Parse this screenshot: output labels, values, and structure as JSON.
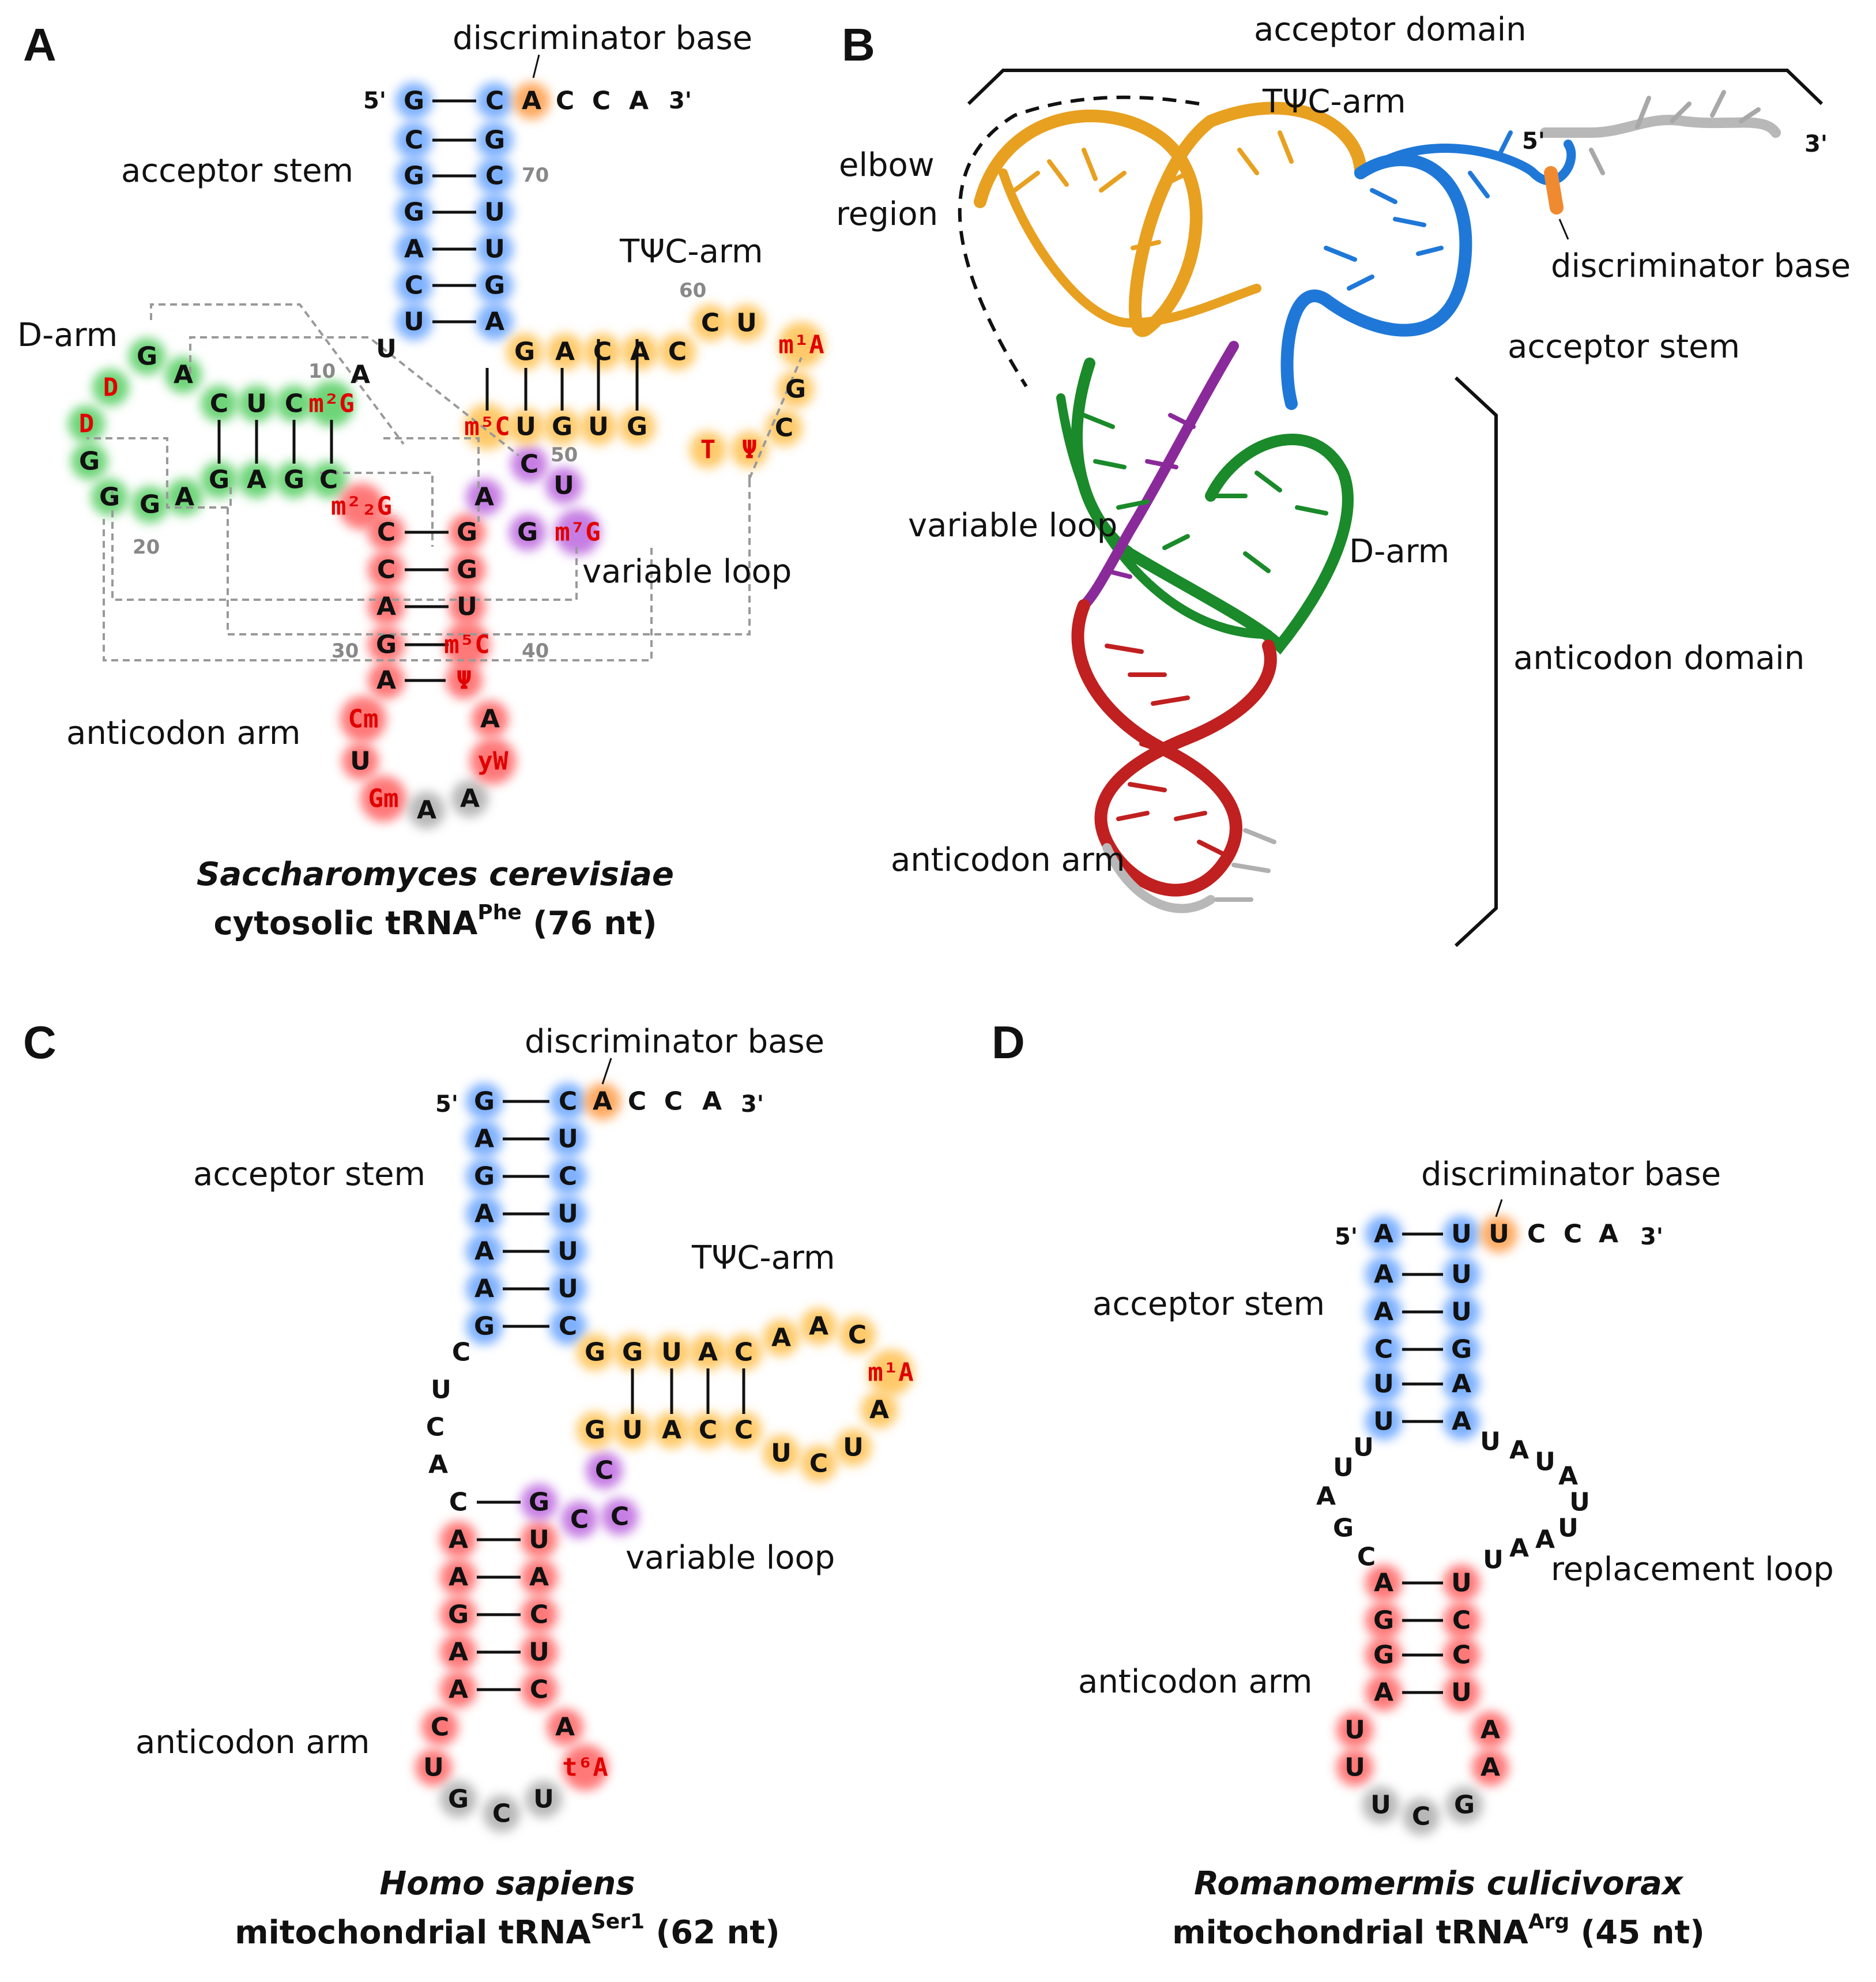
{
  "panels": {
    "a": "A",
    "b": "B",
    "c": "C",
    "d": "D"
  },
  "colors": {
    "acceptor_stem": "#6fa8ff",
    "tpsic_arm": "#ffc45a",
    "d_arm": "#5fd06a",
    "variable_loop": "#c070e0",
    "anticodon_arm": "#ff6b6b",
    "discriminator": "#ffa050",
    "anticodon": "#b0b0b0",
    "modified_base": "#e00000"
  },
  "panel_a": {
    "labels": {
      "discriminator": "discriminator base",
      "acceptor_stem": "acceptor stem",
      "tpsic_arm": "TΨC-arm",
      "d_arm": "D-arm",
      "variable_loop": "variable loop",
      "anticodon_arm": "anticodon arm"
    },
    "ends": {
      "five": "5'",
      "three": "3'"
    },
    "numbers": {
      "n10": "10",
      "n20": "20",
      "n30": "30",
      "n40": "40",
      "n50": "50",
      "n60": "60",
      "n70": "70"
    },
    "caption": {
      "species": "Saccharomyces cerevisiae",
      "prefix": "cytosolic tRNA",
      "sup": "Phe",
      "suffix": " (76 nt)"
    }
  },
  "panel_b": {
    "labels": {
      "acceptor_domain": "acceptor domain",
      "tpsic_arm": "TΨC-arm",
      "elbow1": "elbow",
      "elbow2": "region",
      "five": "5'",
      "three": "3'",
      "discriminator": "discriminator base",
      "acceptor_stem": "acceptor stem",
      "variable_loop": "variable loop",
      "d_arm": "D-arm",
      "anticodon_domain": "anticodon domain",
      "anticodon_arm": "anticodon arm"
    }
  },
  "panel_c": {
    "labels": {
      "discriminator": "discriminator base",
      "acceptor_stem": "acceptor stem",
      "tpsic_arm": "TΨC-arm",
      "variable_loop": "variable loop",
      "anticodon_arm": "anticodon arm"
    },
    "ends": {
      "five": "5'",
      "three": "3'"
    },
    "caption": {
      "species": "Homo sapiens",
      "prefix": "mitochondrial tRNA",
      "sup": "Ser1",
      "suffix": " (62 nt)"
    }
  },
  "panel_d": {
    "labels": {
      "discriminator": "discriminator base",
      "acceptor_stem": "acceptor stem",
      "replacement_loop": "replacement loop",
      "anticodon_arm": "anticodon arm"
    },
    "ends": {
      "five": "5'",
      "three": "3'"
    },
    "caption": {
      "species": "Romanomermis culicivorax",
      "prefix": "mitochondrial tRNA",
      "sup": "Arg",
      "suffix": " (45 nt)"
    }
  },
  "nucleotides": {
    "a": [
      {
        "t": "G",
        "g": "acceptor_stem"
      },
      {
        "t": "C",
        "g": "acceptor_stem"
      },
      {
        "t": "G",
        "g": "acceptor_stem"
      },
      {
        "t": "G",
        "g": "acceptor_stem"
      },
      {
        "t": "A",
        "g": "acceptor_stem"
      },
      {
        "t": "C",
        "g": "acceptor_stem"
      },
      {
        "t": "U",
        "g": "acceptor_stem"
      },
      {
        "t": "C",
        "g": "acceptor_stem"
      },
      {
        "t": "G",
        "g": "acceptor_stem"
      },
      {
        "t": "C",
        "g": "acceptor_stem"
      },
      {
        "t": "U",
        "g": "acceptor_stem"
      },
      {
        "t": "U",
        "g": "acceptor_stem"
      },
      {
        "t": "G",
        "g": "acceptor_stem"
      },
      {
        "t": "A",
        "g": "acceptor_stem"
      },
      {
        "t": "A",
        "g": "discriminator"
      },
      {
        "t": "C"
      },
      {
        "t": "C"
      },
      {
        "t": "A"
      },
      {
        "t": "U"
      },
      {
        "t": "A"
      },
      {
        "t": "m²G",
        "g": "d_arm",
        "m": true
      },
      {
        "t": "C",
        "g": "d_arm"
      },
      {
        "t": "U",
        "g": "d_arm"
      },
      {
        "t": "C",
        "g": "d_arm"
      },
      {
        "t": "A",
        "g": "d_arm"
      },
      {
        "t": "G",
        "g": "d_arm"
      },
      {
        "t": "D",
        "g": "d_arm",
        "m": true
      },
      {
        "t": "D",
        "g": "d_arm",
        "m": true
      },
      {
        "t": "G",
        "g": "d_arm"
      },
      {
        "t": "G",
        "g": "d_arm"
      },
      {
        "t": "G",
        "g": "d_arm"
      },
      {
        "t": "A",
        "g": "d_arm"
      },
      {
        "t": "G",
        "g": "d_arm"
      },
      {
        "t": "A",
        "g": "d_arm"
      },
      {
        "t": "G",
        "g": "d_arm"
      },
      {
        "t": "C",
        "g": "d_arm"
      },
      {
        "t": "m²₂G",
        "g": "anticodon_arm",
        "m": true
      },
      {
        "t": "C",
        "g": "anticodon_arm"
      },
      {
        "t": "C",
        "g": "anticodon_arm"
      },
      {
        "t": "A",
        "g": "anticodon_arm"
      },
      {
        "t": "G",
        "g": "anticodon_arm"
      },
      {
        "t": "A",
        "g": "anticodon_arm"
      },
      {
        "t": "Cm",
        "g": "anticodon_arm",
        "m": true
      },
      {
        "t": "U",
        "g": "anticodon_arm"
      },
      {
        "t": "Gm",
        "g": "anticodon_arm",
        "m": true
      },
      {
        "t": "A",
        "g": "anticodon"
      },
      {
        "t": "A",
        "g": "anticodon"
      },
      {
        "t": "yW",
        "g": "anticodon_arm",
        "m": true
      },
      {
        "t": "A",
        "g": "anticodon_arm"
      },
      {
        "t": "Ψ",
        "g": "anticodon_arm",
        "m": true
      },
      {
        "t": "m⁵C",
        "g": "anticodon_arm",
        "m": true
      },
      {
        "t": "U",
        "g": "anticodon_arm"
      },
      {
        "t": "G",
        "g": "anticodon_arm"
      },
      {
        "t": "G",
        "g": "anticodon_arm"
      },
      {
        "t": "A",
        "g": "variable_loop"
      },
      {
        "t": "G",
        "g": "variable_loop"
      },
      {
        "t": "m⁷G",
        "g": "variable_loop",
        "m": true
      },
      {
        "t": "U",
        "g": "variable_loop"
      },
      {
        "t": "C",
        "g": "variable_loop"
      },
      {
        "t": "m⁵C",
        "g": "tpsic_arm",
        "m": true
      },
      {
        "t": "U",
        "g": "tpsic_arm"
      },
      {
        "t": "G",
        "g": "tpsic_arm"
      },
      {
        "t": "U",
        "g": "tpsic_arm"
      },
      {
        "t": "G",
        "g": "tpsic_arm"
      },
      {
        "t": "T",
        "g": "tpsic_arm",
        "m": true
      },
      {
        "t": "Ψ",
        "g": "tpsic_arm",
        "m": true
      },
      {
        "t": "C",
        "g": "tpsic_arm"
      },
      {
        "t": "G",
        "g": "tpsic_arm"
      },
      {
        "t": "m¹A",
        "g": "tpsic_arm",
        "m": true
      },
      {
        "t": "U",
        "g": "tpsic_arm"
      },
      {
        "t": "C",
        "g": "tpsic_arm"
      },
      {
        "t": "C",
        "g": "tpsic_arm"
      },
      {
        "t": "A",
        "g": "tpsic_arm"
      },
      {
        "t": "C",
        "g": "tpsic_arm"
      },
      {
        "t": "A",
        "g": "tpsic_arm"
      },
      {
        "t": "G",
        "g": "tpsic_arm"
      }
    ],
    "c": [
      {
        "t": "G",
        "g": "acceptor_stem"
      },
      {
        "t": "A",
        "g": "acceptor_stem"
      },
      {
        "t": "G",
        "g": "acceptor_stem"
      },
      {
        "t": "A",
        "g": "acceptor_stem"
      },
      {
        "t": "A",
        "g": "acceptor_stem"
      },
      {
        "t": "A",
        "g": "acceptor_stem"
      },
      {
        "t": "G",
        "g": "acceptor_stem"
      },
      {
        "t": "C",
        "g": "acceptor_stem"
      },
      {
        "t": "U",
        "g": "acceptor_stem"
      },
      {
        "t": "C",
        "g": "acceptor_stem"
      },
      {
        "t": "U",
        "g": "acceptor_stem"
      },
      {
        "t": "U",
        "g": "acceptor_stem"
      },
      {
        "t": "U",
        "g": "acceptor_stem"
      },
      {
        "t": "C",
        "g": "acceptor_stem"
      },
      {
        "t": "A",
        "g": "discriminator"
      },
      {
        "t": "C"
      },
      {
        "t": "C"
      },
      {
        "t": "A"
      },
      {
        "t": "C"
      },
      {
        "t": "U"
      },
      {
        "t": "C"
      },
      {
        "t": "A"
      },
      {
        "t": "C"
      },
      {
        "t": "A",
        "g": "anticodon_arm"
      },
      {
        "t": "A",
        "g": "anticodon_arm"
      },
      {
        "t": "G",
        "g": "anticodon_arm"
      },
      {
        "t": "A",
        "g": "anticodon_arm"
      },
      {
        "t": "A",
        "g": "anticodon_arm"
      },
      {
        "t": "C",
        "g": "anticodon_arm"
      },
      {
        "t": "U",
        "g": "anticodon_arm"
      },
      {
        "t": "G",
        "g": "anticodon"
      },
      {
        "t": "C",
        "g": "anticodon"
      },
      {
        "t": "U",
        "g": "anticodon"
      },
      {
        "t": "t⁶A",
        "g": "anticodon_arm",
        "m": true
      },
      {
        "t": "A",
        "g": "anticodon_arm"
      },
      {
        "t": "C",
        "g": "anticodon_arm"
      },
      {
        "t": "U",
        "g": "anticodon_arm"
      },
      {
        "t": "C",
        "g": "anticodon_arm"
      },
      {
        "t": "A",
        "g": "anticodon_arm"
      },
      {
        "t": "U",
        "g": "anticodon_arm"
      },
      {
        "t": "G",
        "g": "variable_loop"
      },
      {
        "t": "C",
        "g": "variable_loop"
      },
      {
        "t": "C",
        "g": "variable_loop"
      },
      {
        "t": "C",
        "g": "variable_loop"
      },
      {
        "t": "G",
        "g": "tpsic_arm"
      },
      {
        "t": "G",
        "g": "tpsic_arm"
      },
      {
        "t": "U",
        "g": "tpsic_arm"
      },
      {
        "t": "A",
        "g": "tpsic_arm"
      },
      {
        "t": "C",
        "g": "tpsic_arm"
      },
      {
        "t": "A",
        "g": "tpsic_arm"
      },
      {
        "t": "A",
        "g": "tpsic_arm"
      },
      {
        "t": "C",
        "g": "tpsic_arm"
      },
      {
        "t": "m¹A",
        "g": "tpsic_arm",
        "m": true
      },
      {
        "t": "A",
        "g": "tpsic_arm"
      },
      {
        "t": "U",
        "g": "tpsic_arm"
      },
      {
        "t": "C",
        "g": "tpsic_arm"
      },
      {
        "t": "U",
        "g": "tpsic_arm"
      },
      {
        "t": "C",
        "g": "tpsic_arm"
      },
      {
        "t": "C",
        "g": "tpsic_arm"
      },
      {
        "t": "A",
        "g": "tpsic_arm"
      },
      {
        "t": "U",
        "g": "tpsic_arm"
      },
      {
        "t": "G",
        "g": "tpsic_arm"
      }
    ],
    "d": [
      {
        "t": "A",
        "g": "acceptor_stem"
      },
      {
        "t": "A",
        "g": "acceptor_stem"
      },
      {
        "t": "A",
        "g": "acceptor_stem"
      },
      {
        "t": "C",
        "g": "acceptor_stem"
      },
      {
        "t": "U",
        "g": "acceptor_stem"
      },
      {
        "t": "U",
        "g": "acceptor_stem"
      },
      {
        "t": "U",
        "g": "acceptor_stem"
      },
      {
        "t": "U",
        "g": "acceptor_stem"
      },
      {
        "t": "U",
        "g": "acceptor_stem"
      },
      {
        "t": "G",
        "g": "acceptor_stem"
      },
      {
        "t": "A",
        "g": "acceptor_stem"
      },
      {
        "t": "A",
        "g": "acceptor_stem"
      },
      {
        "t": "U",
        "g": "discriminator"
      },
      {
        "t": "C"
      },
      {
        "t": "C"
      },
      {
        "t": "A"
      },
      {
        "t": "U"
      },
      {
        "t": "U"
      },
      {
        "t": "A"
      },
      {
        "t": "G"
      },
      {
        "t": "C"
      },
      {
        "t": "A",
        "g": "anticodon_arm"
      },
      {
        "t": "G",
        "g": "anticodon_arm"
      },
      {
        "t": "G",
        "g": "anticodon_arm"
      },
      {
        "t": "A",
        "g": "anticodon_arm"
      },
      {
        "t": "U",
        "g": "anticodon_arm"
      },
      {
        "t": "U",
        "g": "anticodon_arm"
      },
      {
        "t": "U",
        "g": "anticodon"
      },
      {
        "t": "C",
        "g": "anticodon"
      },
      {
        "t": "G",
        "g": "anticodon"
      },
      {
        "t": "A",
        "g": "anticodon_arm"
      },
      {
        "t": "A",
        "g": "anticodon_arm"
      },
      {
        "t": "U",
        "g": "anticodon_arm"
      },
      {
        "t": "C",
        "g": "anticodon_arm"
      },
      {
        "t": "C",
        "g": "anticodon_arm"
      },
      {
        "t": "U",
        "g": "anticodon_arm"
      },
      {
        "t": "U"
      },
      {
        "t": "A"
      },
      {
        "t": "U"
      },
      {
        "t": "A"
      },
      {
        "t": "U"
      },
      {
        "t": "U"
      },
      {
        "t": "A"
      },
      {
        "t": "A"
      },
      {
        "t": "U"
      }
    ]
  }
}
